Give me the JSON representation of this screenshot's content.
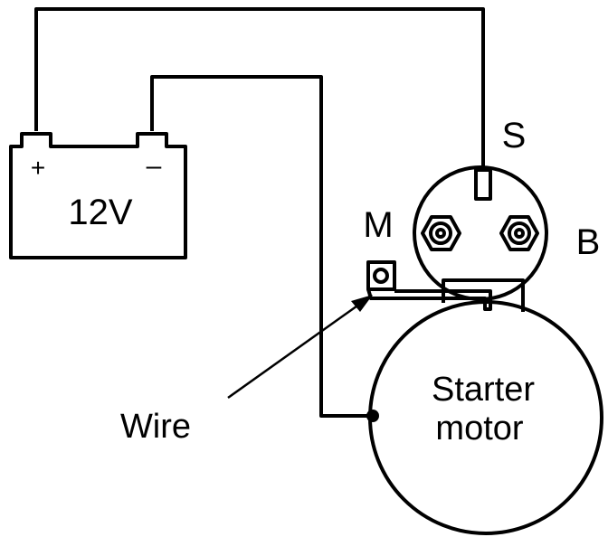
{
  "battery": {
    "voltage_label": "12V",
    "positive_label": "+",
    "negative_label": "–"
  },
  "terminals": {
    "s_label": "S",
    "m_label": "M",
    "b_label": "B"
  },
  "motor": {
    "line1": "Starter",
    "line2": "motor"
  },
  "callout": {
    "wire_label": "Wire"
  },
  "colors": {
    "ink": "#000000",
    "paper": "#ffffff"
  }
}
